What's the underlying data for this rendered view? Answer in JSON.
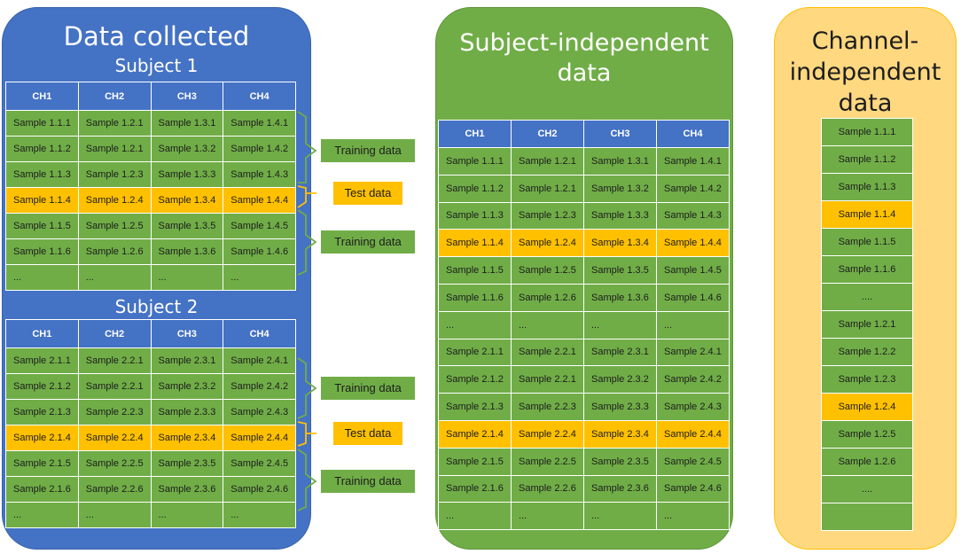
{
  "colors": {
    "blue": "#4472C4",
    "green": "#70AD47",
    "orange": "#FFC000",
    "lightOrange": "#FFD87F"
  },
  "panel1": {
    "title": "Data collected",
    "subject1": {
      "title": "Subject 1",
      "headers": [
        "CH1",
        "CH2",
        "CH3",
        "CH4"
      ],
      "rows": [
        {
          "cells": [
            "Sample 1.1.1",
            "Sample 1.2.1",
            "Sample 1.3.1",
            "Sample 1.4.1"
          ],
          "test": false
        },
        {
          "cells": [
            "Sample 1.1.2",
            "Sample 1.2.1",
            "Sample 1.3.2",
            "Sample 1.4.2"
          ],
          "test": false
        },
        {
          "cells": [
            "Sample 1.1.3",
            "Sample 1.2.3",
            "Sample 1.3.3",
            "Sample 1.4.3"
          ],
          "test": false
        },
        {
          "cells": [
            "Sample 1.1.4",
            "Sample 1.2.4",
            "Sample 1.3.4",
            "Sample 1.4.4"
          ],
          "test": true
        },
        {
          "cells": [
            "Sample 1.1.5",
            "Sample 1.2.5",
            "Sample 1.3.5",
            "Sample 1.4.5"
          ],
          "test": false
        },
        {
          "cells": [
            "Sample 1.1.6",
            "Sample 1.2.6",
            "Sample 1.3.6",
            "Sample 1.4.6"
          ],
          "test": false
        },
        {
          "cells": [
            "...",
            "...",
            "...",
            "..."
          ],
          "test": false
        }
      ]
    },
    "subject2": {
      "title": "Subject 2",
      "headers": [
        "CH1",
        "CH2",
        "CH3",
        "CH4"
      ],
      "rows": [
        {
          "cells": [
            "Sample 2.1.1",
            "Sample 2.2.1",
            "Sample 2.3.1",
            "Sample 2.4.1"
          ],
          "test": false
        },
        {
          "cells": [
            "Sample 2.1.2",
            "Sample 2.2.1",
            "Sample 2.3.2",
            "Sample 2.4.2"
          ],
          "test": false
        },
        {
          "cells": [
            "Sample 2.1.3",
            "Sample 2.2.3",
            "Sample 2.3.3",
            "Sample 2.4.3"
          ],
          "test": false
        },
        {
          "cells": [
            "Sample 2.1.4",
            "Sample 2.2.4",
            "Sample 2.3.4",
            "Sample 2.4.4"
          ],
          "test": true
        },
        {
          "cells": [
            "Sample 2.1.5",
            "Sample 2.2.5",
            "Sample 2.3.5",
            "Sample 2.4.5"
          ],
          "test": false
        },
        {
          "cells": [
            "Sample 2.1.6",
            "Sample 2.2.6",
            "Sample 2.3.6",
            "Sample 2.4.6"
          ],
          "test": false
        },
        {
          "cells": [
            "...",
            "...",
            "...",
            "..."
          ],
          "test": false
        }
      ]
    }
  },
  "labels": {
    "training": "Training data",
    "test": "Test data"
  },
  "panel2": {
    "title_line1": "Subject-independent",
    "title_line2": "data",
    "headers": [
      "CH1",
      "CH2",
      "CH3",
      "CH4"
    ],
    "rows": [
      {
        "cells": [
          "Sample 1.1.1",
          "Sample 1.2.1",
          "Sample 1.3.1",
          "Sample 1.4.1"
        ],
        "test": false
      },
      {
        "cells": [
          "Sample 1.1.2",
          "Sample 1.2.1",
          "Sample 1.3.2",
          "Sample 1.4.2"
        ],
        "test": false
      },
      {
        "cells": [
          "Sample 1.1.3",
          "Sample 1.2.3",
          "Sample 1.3.3",
          "Sample 1.4.3"
        ],
        "test": false
      },
      {
        "cells": [
          "Sample 1.1.4",
          "Sample 1.2.4",
          "Sample 1.3.4",
          "Sample 1.4.4"
        ],
        "test": true
      },
      {
        "cells": [
          "Sample 1.1.5",
          "Sample 1.2.5",
          "Sample 1.3.5",
          "Sample 1.4.5"
        ],
        "test": false
      },
      {
        "cells": [
          "Sample 1.1.6",
          "Sample 1.2.6",
          "Sample 1.3.6",
          "Sample 1.4.6"
        ],
        "test": false
      },
      {
        "cells": [
          "...",
          "...",
          "...",
          "..."
        ],
        "test": false
      },
      {
        "cells": [
          "Sample 2.1.1",
          "Sample 2.2.1",
          "Sample 2.3.1",
          "Sample 2.4.1"
        ],
        "test": false
      },
      {
        "cells": [
          "Sample 2.1.2",
          "Sample 2.2.1",
          "Sample 2.3.2",
          "Sample 2.4.2"
        ],
        "test": false
      },
      {
        "cells": [
          "Sample 2.1.3",
          "Sample 2.2.3",
          "Sample 2.3.3",
          "Sample 2.4.3"
        ],
        "test": false
      },
      {
        "cells": [
          "Sample 2.1.4",
          "Sample 2.2.4",
          "Sample 2.3.4",
          "Sample 2.4.4"
        ],
        "test": true
      },
      {
        "cells": [
          "Sample 2.1.5",
          "Sample 2.2.5",
          "Sample 2.3.5",
          "Sample 2.4.5"
        ],
        "test": false
      },
      {
        "cells": [
          "Sample 2.1.6",
          "Sample 2.2.6",
          "Sample 2.3.6",
          "Sample 2.4.6"
        ],
        "test": false
      },
      {
        "cells": [
          "...",
          "...",
          "...",
          "..."
        ],
        "test": false
      }
    ]
  },
  "panel3": {
    "title_line1": "Channel-",
    "title_line2": "independent",
    "title_line3": "data",
    "rows": [
      {
        "text": "Sample 1.1.1",
        "test": false
      },
      {
        "text": "Sample 1.1.2",
        "test": false
      },
      {
        "text": "Sample 1.1.3",
        "test": false
      },
      {
        "text": "Sample 1.1.4",
        "test": true
      },
      {
        "text": "Sample 1.1.5",
        "test": false
      },
      {
        "text": "Sample 1.1.6",
        "test": false
      },
      {
        "text": "....",
        "test": false
      },
      {
        "text": "Sample 1.2.1",
        "test": false
      },
      {
        "text": "Sample 1.2.2",
        "test": false
      },
      {
        "text": "Sample 1.2.3",
        "test": false
      },
      {
        "text": "Sample 1.2.4",
        "test": true
      },
      {
        "text": "Sample 1.2.5",
        "test": false
      },
      {
        "text": "Sample 1.2.6",
        "test": false
      },
      {
        "text": "....",
        "test": false
      },
      {
        "text": "",
        "test": false
      }
    ]
  }
}
